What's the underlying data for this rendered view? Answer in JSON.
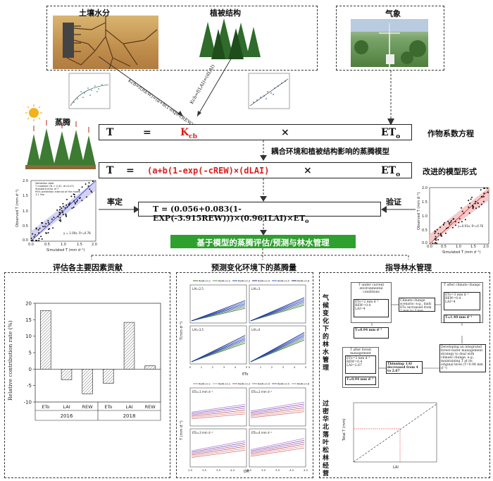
{
  "top": {
    "soil_label": "土壤水分",
    "veg_label": "植被结构",
    "weather_label": "气象",
    "formula_a": "Kcb=f(REW)=(a+b(1-exp(-cREW)))",
    "formula_b": "Kcb=f(LAI)=(dLAI)"
  },
  "transpiration_label": "蒸腾",
  "eq1": {
    "T": "T",
    "eq": "=",
    "K": "K",
    "Ksub": "cb",
    "times": "×",
    "ET": "ET",
    "ETsub": "o",
    "label": "作物系数方程"
  },
  "coupled_label": "耦合环境和植被结构影响的蒸腾模型",
  "eq2": {
    "T": "T",
    "eq": "=",
    "expr": "(a+b(1-exp(-cREW)×(dLAI)",
    "times": "×",
    "ET": "ET",
    "ETsub": "o",
    "label": "改进的模型形式"
  },
  "eq3": {
    "text": "T = (0.056+0.083(1-EXP(-3.915REW)))×(0.961LAI)×ET",
    "sub": "o"
  },
  "calibrate_label": "率定",
  "validate_label": "验证",
  "green_bar": "基于模型的蒸腾评估/预测与林水管理",
  "sections": {
    "contrib": "评估各主要因素贡献",
    "predict": "预测变化环境下的蒸腾量",
    "guide": "指导林水管理"
  },
  "cal_plot": {
    "ylabel": "Observed T (mm d⁻¹)",
    "xlabel": "Simulated T (mm d⁻¹)",
    "legend": [
      "Validation data",
      "T modeled (Ts = 0.4C, dl=0.07)",
      "Standard error of T",
      "95% prediction interval of the model",
      "1:1 line"
    ],
    "stat": "y = 1.00x, R²=0.78",
    "xticks": [
      "0.0",
      "0.5",
      "1.0",
      "1.5",
      "2.0"
    ],
    "yticks": [
      "0.0",
      "0.5",
      "1.0",
      "1.5",
      "2.0"
    ]
  },
  "val_plot": {
    "ylabel": "Observed T (mm d⁻¹)",
    "xlabel": "Simulated T (mm d⁻¹)",
    "stat": "y=0.91x, R²=0.76",
    "xticks": [
      "0.0",
      "0.5",
      "1.0",
      "1.5",
      "2.0"
    ],
    "yticks": [
      "0.0",
      "0.5",
      "1.0",
      "1.5",
      "2.0"
    ]
  },
  "chart_data": [
    {
      "type": "bar",
      "ylabel": "Relative contribution rate (%)",
      "categories": [
        "ETo",
        "LAI",
        "REW",
        "ETo",
        "LAI",
        "REW"
      ],
      "groups": [
        "2016",
        "2018"
      ],
      "values": [
        17.8,
        -3.2,
        -7.5,
        -4.3,
        14.2,
        1.0
      ],
      "ylim": [
        -10,
        20
      ],
      "yticks": [
        "-10",
        "-5",
        "0",
        "5",
        "10",
        "15",
        "20"
      ],
      "group_size": 3
    },
    {
      "type": "line",
      "xlabel": "ETo",
      "ylabel": "T(mm d⁻¹)",
      "legend": [
        "REW=0.1",
        "REW=0.2",
        "REW=0.3",
        "REW=0.4",
        "REW=0.5",
        "REW=0.6"
      ],
      "panels": [
        "LAI=2.5",
        "LAI=3",
        "LAI=3.5",
        "LAI=4"
      ],
      "xticks": [
        "0",
        "1",
        "2",
        "3",
        "4",
        "5"
      ]
    },
    {
      "type": "line",
      "xlabel": "LAI",
      "ylabel": "T (mm d⁻¹)",
      "legend": [
        "REW=0.1",
        "REW=0.2",
        "REW=0.3",
        "REW=0.4",
        "REW=0.5",
        "REW=0.6"
      ],
      "panels": [
        "ETo=1 mm d⁻¹",
        "ETo=2 mm d⁻¹",
        "ETo=3 mm d⁻¹",
        "ETo=4 mm d⁻¹"
      ],
      "xticks": [
        "2.5",
        "3.0",
        "3.5",
        "4.0",
        "4.5"
      ]
    }
  ],
  "flow": {
    "b1": "T under current environmental conditions",
    "b2": [
      "ETo=2 mm d⁻¹",
      "REW=0.4",
      "LAI=4"
    ],
    "b3": "Climate change scenario: e.g., daily ETo increased from 2 mm to 3 mm",
    "b4": "T after climate change",
    "b5": [
      "ETo=3 mm d⁻¹",
      "REW=0.4",
      "LAI=4"
    ],
    "b6": "T=1.40 mm d⁻¹",
    "b6b": "T=0.94 mm d⁻¹",
    "b7": "T after forest management",
    "b8": [
      "ETo=3 mm d⁻¹",
      "REW=0.4",
      "LAI=2.67"
    ],
    "b9": "T=0.94 mm d⁻¹",
    "b10": "Thinning: LAI decreased from 4 to 2.67",
    "b11": "Developing an integrated forest-water management strategy to deal with climate change: e.g., maintaining T at its original level (T=0.94 mm d⁻¹)",
    "side_top": "气候变化下的林水管理",
    "side_bottom": "过密华北落叶松林经营",
    "small_xlabel": "LAI",
    "small_ylabel": "Total T (mm)"
  }
}
